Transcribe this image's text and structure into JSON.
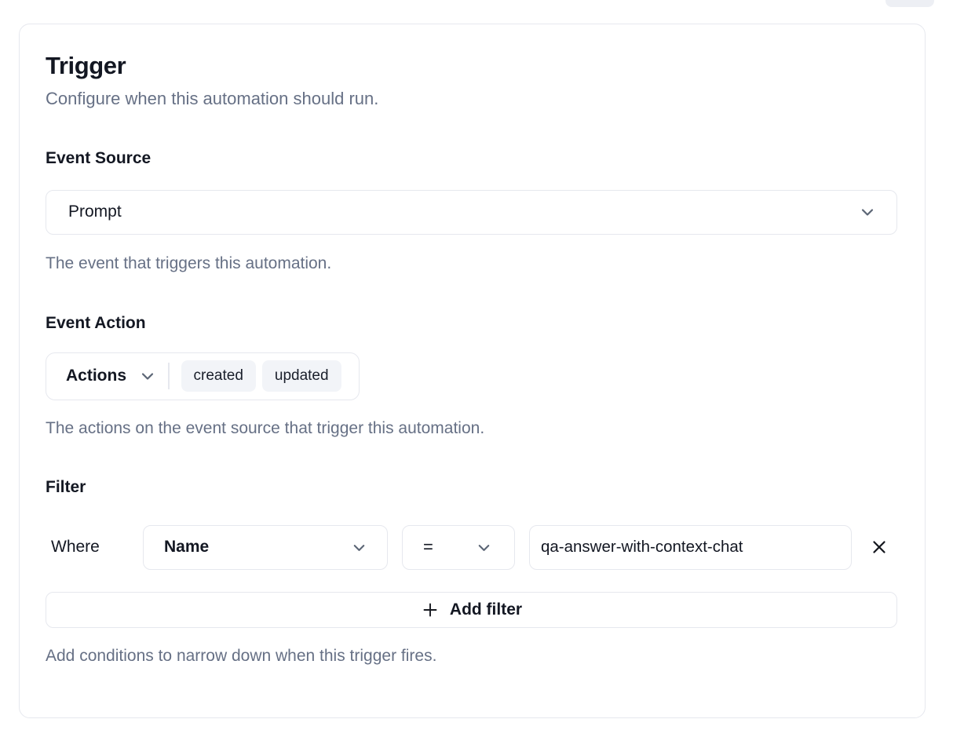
{
  "card": {
    "title": "Trigger",
    "subtitle": "Configure when this automation should run.",
    "event_source": {
      "label": "Event Source",
      "selected": "Prompt",
      "help": "The event that triggers this automation."
    },
    "event_action": {
      "label": "Event Action",
      "dropdown_label": "Actions",
      "chips": [
        "created",
        "updated"
      ],
      "help": "The actions on the event source that trigger this automation."
    },
    "filter": {
      "label": "Filter",
      "where_label": "Where",
      "field_selected": "Name",
      "operator_selected": "=",
      "value": "qa-answer-with-context-chat",
      "add_filter_label": "Add filter",
      "help": "Add conditions to narrow down when this trigger fires."
    }
  },
  "icons": {
    "chevron_down": "chevron-down-icon",
    "plus": "plus-icon",
    "close": "close-icon"
  },
  "colors": {
    "text_primary": "#131722",
    "text_muted": "#667085",
    "border": "#e6e8ee",
    "chip_bg": "#f2f4f8",
    "card_bg": "#ffffff",
    "page_bg": "#ffffff"
  }
}
